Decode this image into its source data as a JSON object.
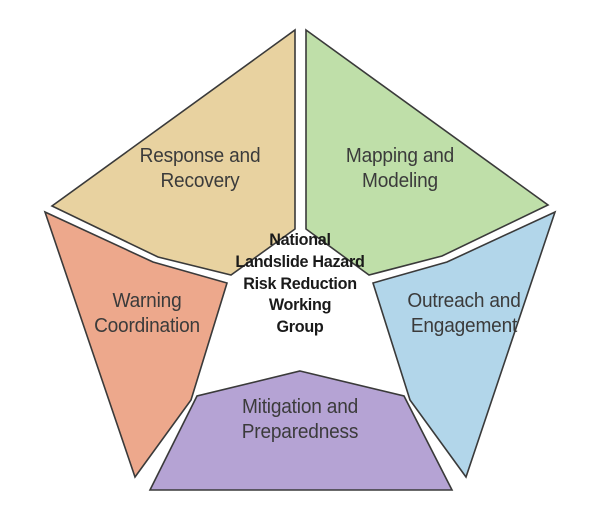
{
  "diagram": {
    "type": "pentagon-wedge-diagram",
    "center": {
      "line1": "National",
      "line2": "Landslide Hazard",
      "line3": "Risk Reduction",
      "line4": "Working",
      "line5": "Group",
      "full_text": "National Landslide Hazard Risk Reduction Working Group",
      "text_color": "#1a1a1a",
      "background": "#ffffff"
    },
    "outline_color": "#3a3a3a",
    "wedges": [
      {
        "id": "response-and-recovery",
        "line1": "Response and",
        "line2": "Recovery",
        "full_text": "Response and Recovery",
        "color": "#e8d2a0",
        "position": "top-left"
      },
      {
        "id": "mapping-and-modeling",
        "line1": "Mapping and",
        "line2": "Modeling",
        "full_text": "Mapping and Modeling",
        "color": "#bfdfa9",
        "position": "top-right"
      },
      {
        "id": "outreach-and-engagement",
        "line1": "Outreach and",
        "line2": "Engagement",
        "full_text": "Outreach and Engagement",
        "color": "#b2d6ea",
        "position": "right"
      },
      {
        "id": "mitigation-and-preparedness",
        "line1": "Mitigation and",
        "line2": "Preparedness",
        "full_text": "Mitigation and Preparedness",
        "color": "#b5a3d4",
        "position": "bottom"
      },
      {
        "id": "warning-coordination",
        "line1": "Warning",
        "line2": "Coordination",
        "full_text": "Warning Coordination",
        "color": "#eda88c",
        "position": "left"
      }
    ]
  }
}
